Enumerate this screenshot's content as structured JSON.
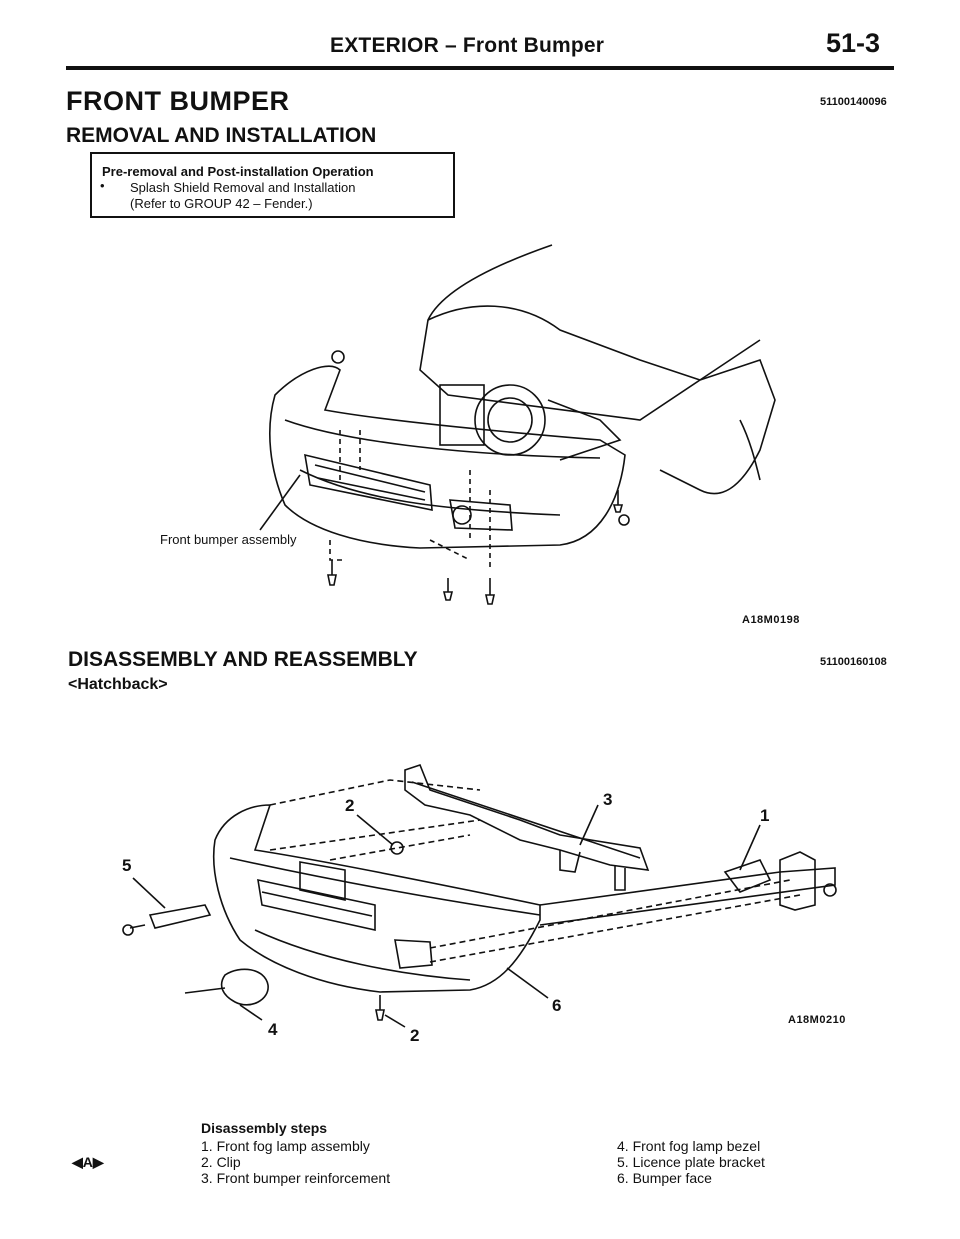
{
  "header": {
    "section_title": "EXTERIOR – Front Bumper",
    "page_number": "51-3"
  },
  "front_bumper": {
    "title": "FRONT BUMPER",
    "code": "51100140096",
    "subtitle": "REMOVAL AND INSTALLATION",
    "operation_box": {
      "title": "Pre-removal and Post-installation Operation",
      "bullet": "•",
      "line1": "Splash Shield Removal and Installation",
      "line2": "(Refer to GROUP 42 – Fender.)"
    },
    "figure": {
      "callout": "Front bumper assembly",
      "figure_id": "A18M0198"
    }
  },
  "disassembly": {
    "title": "DISASSEMBLY AND REASSEMBLY",
    "code": "51100160108",
    "variant": "<Hatchback>",
    "figure": {
      "figure_id": "A18M0210",
      "callouts": [
        "2",
        "3",
        "1",
        "5",
        "6",
        "4",
        "2"
      ]
    },
    "steps_title": "Disassembly steps",
    "marker": "◀A▶",
    "steps_left": [
      "1. Front fog lamp assembly",
      "2. Clip",
      "3. Front bumper reinforcement"
    ],
    "steps_right": [
      "4. Front fog lamp bezel",
      "5. Licence plate bracket",
      "6. Bumper face"
    ]
  }
}
